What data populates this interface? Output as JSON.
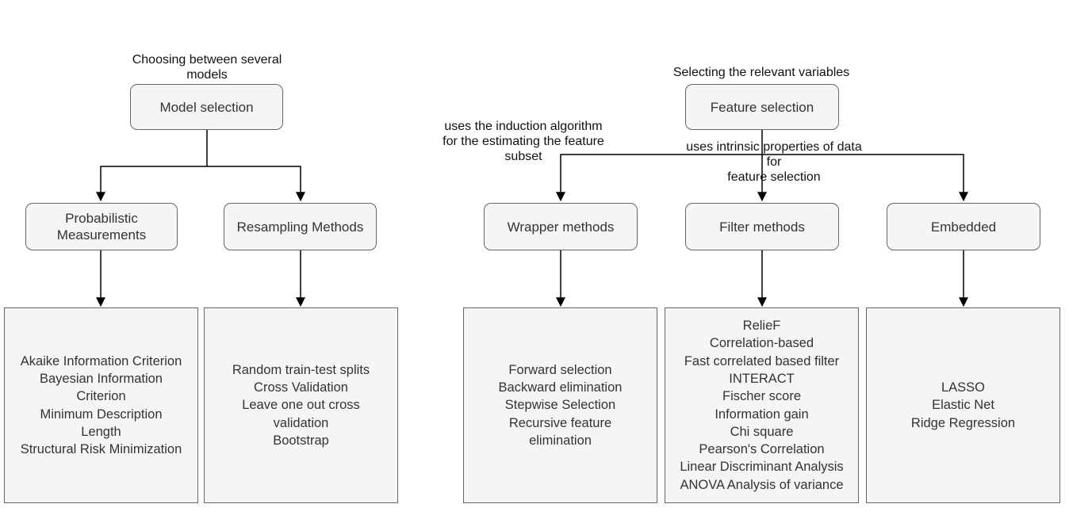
{
  "model_selection": {
    "caption": "Choosing between several\nmodels",
    "title": "Model selection",
    "children": [
      {
        "title": "Probabilistic\nMeasurements",
        "items": [
          "Akaike Information Criterion",
          "Bayesian Information",
          "Criterion",
          "Minimum Description",
          "Length",
          "Structural Risk Minimization"
        ]
      },
      {
        "title": "Resampling Methods",
        "items": [
          "Random train-test splits",
          "Cross Validation",
          "Leave one out cross",
          "validation",
          "Bootstrap"
        ]
      }
    ]
  },
  "feature_selection": {
    "caption": "Selecting the relevant variables",
    "title": "Feature selection",
    "children": [
      {
        "title": "Wrapper methods",
        "note": "uses the induction algorithm\nfor the estimating the feature\nsubset",
        "items": [
          "Forward selection",
          "Backward elimination",
          "Stepwise Selection",
          "Recursive feature",
          "elimination"
        ]
      },
      {
        "title": "Filter methods",
        "note": "uses intrinsic properties of data\nfor\nfeature selection",
        "items": [
          "RelieF",
          "Correlation-based",
          "Fast correlated based filter",
          "INTERACT",
          "Fischer score",
          "Information gain",
          "Chi square",
          "Pearson's Correlation",
          "Linear Discriminant Analysis",
          "ANOVA Analysis of variance"
        ]
      },
      {
        "title": "Embedded",
        "items": [
          "LASSO",
          "Elastic Net",
          "Ridge Regression"
        ]
      }
    ]
  },
  "colors": {
    "box_fill": "#f5f5f5",
    "stroke": "#000000",
    "box_border": "#666666"
  }
}
